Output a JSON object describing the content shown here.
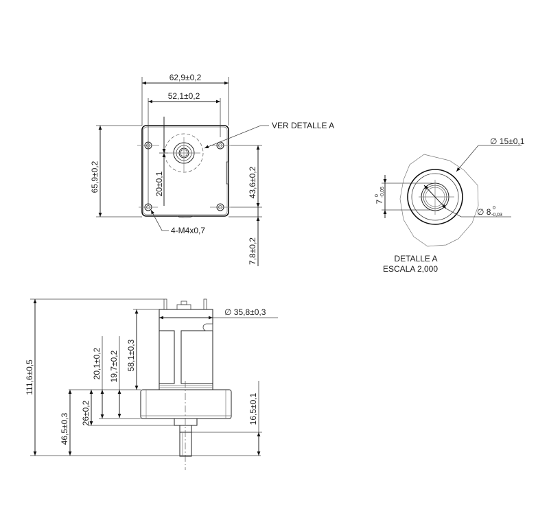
{
  "drawing": {
    "stroke_color": "#222222",
    "background": "#ffffff"
  },
  "top_view": {
    "dim_width_outer": "62,9±0,2",
    "dim_width_holes": "52,1±0,2",
    "dim_height_outer": "65,9±0,2",
    "dim_hole_spacing_vertical": "43,6±0,2",
    "dim_shaft_offset": "20±0,1",
    "dim_bottom_offset": "7,8±0,2",
    "callout_detail": "VER DETALLE A",
    "callout_holes": "4-M4x0,7"
  },
  "detail_view": {
    "title": "DETALLE A",
    "scale": "ESCALA 2,000",
    "dim_outer_diameter": "∅ 15±0,1",
    "dim_flat": "7",
    "dim_flat_tol_upper": "0",
    "dim_flat_tol_lower": "-0,05",
    "dim_shaft_diameter": "∅ 8",
    "dim_shaft_tol_upper": "0",
    "dim_shaft_tol_lower": "-0,03"
  },
  "side_view": {
    "dim_total_height": "111,6±0,5",
    "dim_motor_diameter": "∅ 35,8±0,3",
    "dim_motor_height": "58,1±0,3",
    "dim_gearbox_a": "20,1±0,2",
    "dim_gearbox_b": "19,7±0,2",
    "dim_flange_to_boss": "26±0,2",
    "dim_flange_to_shaft_end": "46,5±0,3",
    "dim_shaft_length": "16,5±0,1"
  }
}
